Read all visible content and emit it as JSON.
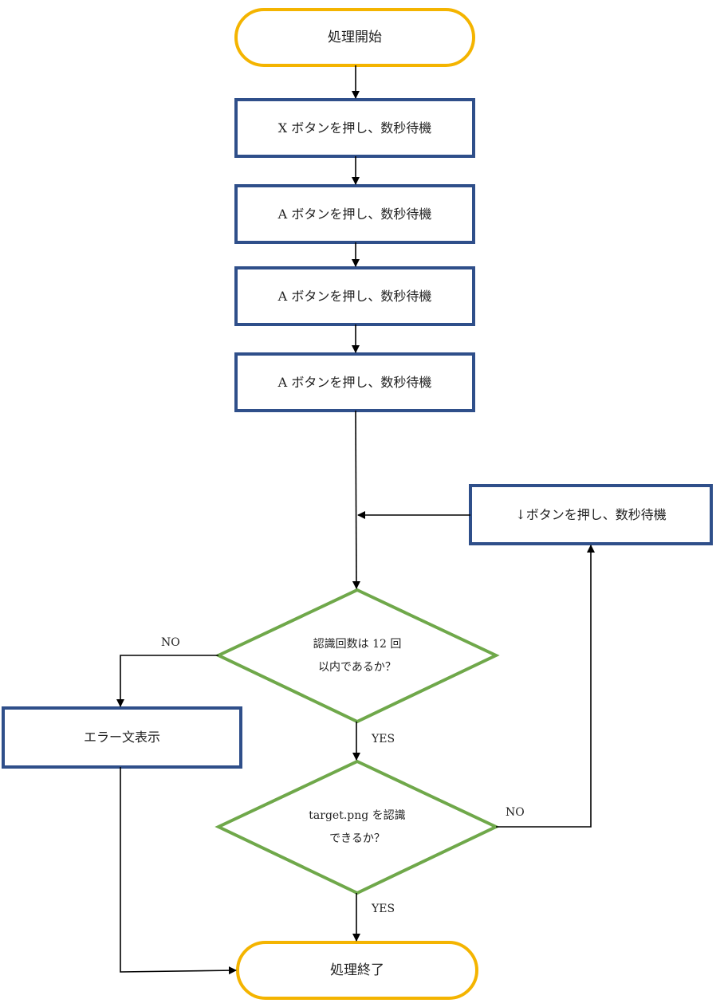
{
  "colors": {
    "terminal_stroke": "#F4B400",
    "process_stroke": "#2F4F8A",
    "decision_stroke": "#6FA84A",
    "line": "#000000"
  },
  "nodes": {
    "start": "処理開始",
    "step_x": "X ボタンを押し、数秒待機",
    "step_a1": "A ボタンを押し、数秒待機",
    "step_a2": "A ボタンを押し、数秒待機",
    "step_a3": "A ボタンを押し、数秒待機",
    "step_down": "↓ボタンを押し、数秒待機",
    "decision_count_line1": "認識回数は 12 回",
    "decision_count_line2": "以内であるか？",
    "error": "エラー文表示",
    "decision_target_line1": "target.png を認識",
    "decision_target_line2": "できるか？",
    "end": "処理終了"
  },
  "edges": {
    "count_no": "NO",
    "count_yes": "YES",
    "target_no": "NO",
    "target_yes": "YES"
  }
}
